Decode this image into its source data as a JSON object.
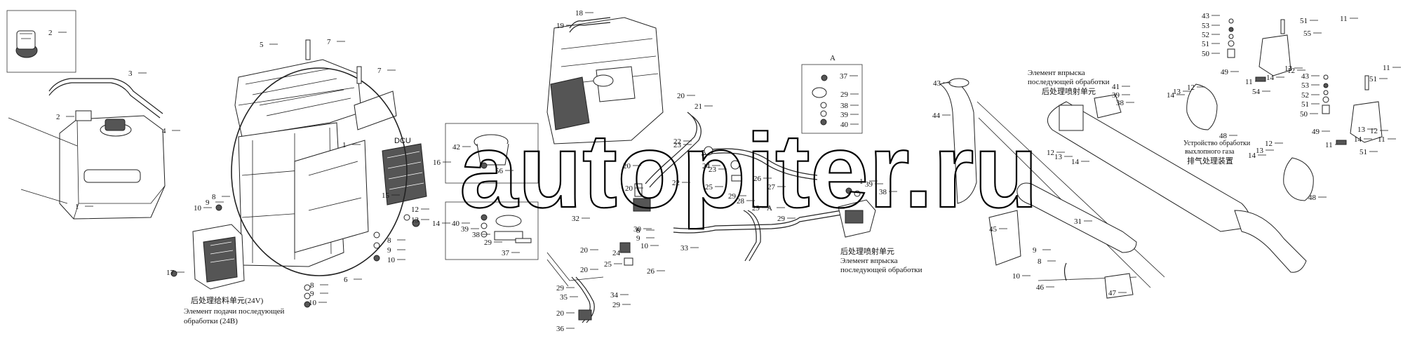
{
  "title": "",
  "watermark": "autopiter.ru",
  "dcu_label": "DCU",
  "view_label": "A",
  "captions": {
    "supply_unit_cn": "后处理给料单元(24V)",
    "supply_unit_ru_1": "Элемент подачи последующей",
    "supply_unit_ru_2": "обработки (24В)",
    "injector_top_ru_1": "Элемент впрыска",
    "injector_top_ru_2": "последующей обработки",
    "injector_top_cn": "后处理喷射单元",
    "injector_bottom_cn": "后处理喷射单元",
    "injector_bottom_ru_1": "Элемент впрыска",
    "injector_bottom_ru_2": "последующей обработки",
    "aftertreat_ru_1": "Устройство обработки",
    "aftertreat_ru_2": "выхлопного газа",
    "aftertreat_cn": "排气处理装置"
  },
  "callouts": [
    {
      "id": "c2a",
      "label": "2"
    },
    {
      "id": "c3",
      "label": "3"
    },
    {
      "id": "c2b",
      "label": "2"
    },
    {
      "id": "c4",
      "label": "4"
    },
    {
      "id": "c1a",
      "label": "1"
    },
    {
      "id": "c5",
      "label": "5"
    },
    {
      "id": "c7a",
      "label": "7"
    },
    {
      "id": "c7b",
      "label": "7"
    },
    {
      "id": "c1b",
      "label": "1"
    },
    {
      "id": "c16",
      "label": "16"
    },
    {
      "id": "c15",
      "label": "15"
    },
    {
      "id": "c10a",
      "label": "10"
    },
    {
      "id": "c9a",
      "label": "9"
    },
    {
      "id": "c8a",
      "label": "8"
    },
    {
      "id": "c12a",
      "label": "12"
    },
    {
      "id": "c13a",
      "label": "13"
    },
    {
      "id": "c14a",
      "label": "14"
    },
    {
      "id": "c8b",
      "label": "8"
    },
    {
      "id": "c9b",
      "label": "9"
    },
    {
      "id": "c10b",
      "label": "10"
    },
    {
      "id": "c6",
      "label": "6"
    },
    {
      "id": "c17",
      "label": "17"
    },
    {
      "id": "c8c",
      "label": "8"
    },
    {
      "id": "c9c",
      "label": "9"
    },
    {
      "id": "c10c",
      "label": "10"
    },
    {
      "id": "c18",
      "label": "18"
    },
    {
      "id": "c19",
      "label": "19"
    },
    {
      "id": "c20a",
      "label": "20"
    },
    {
      "id": "c21",
      "label": "21"
    },
    {
      "id": "c22a",
      "label": "22"
    },
    {
      "id": "c20b",
      "label": "20"
    },
    {
      "id": "c23a",
      "label": "23"
    },
    {
      "id": "c24a",
      "label": "24"
    },
    {
      "id": "c23b",
      "label": "23"
    },
    {
      "id": "c22b",
      "label": "22"
    },
    {
      "id": "c20c",
      "label": "20"
    },
    {
      "id": "c25a",
      "label": "25"
    },
    {
      "id": "c26a",
      "label": "26"
    },
    {
      "id": "c27",
      "label": "27"
    },
    {
      "id": "c28",
      "label": "28"
    },
    {
      "id": "c29a",
      "label": "29"
    },
    {
      "id": "c29b",
      "label": "29"
    },
    {
      "id": "cA2",
      "label": "A"
    },
    {
      "id": "c29c",
      "label": "29"
    },
    {
      "id": "c32",
      "label": "32"
    },
    {
      "id": "c30",
      "label": "30"
    },
    {
      "id": "c8d",
      "label": "8"
    },
    {
      "id": "c9d",
      "label": "9"
    },
    {
      "id": "c10d",
      "label": "10"
    },
    {
      "id": "c33",
      "label": "33"
    },
    {
      "id": "c20d",
      "label": "20"
    },
    {
      "id": "c24b",
      "label": "24"
    },
    {
      "id": "c25b",
      "label": "25"
    },
    {
      "id": "c26b",
      "label": "26"
    },
    {
      "id": "c20e",
      "label": "20"
    },
    {
      "id": "c29d",
      "label": "29"
    },
    {
      "id": "c35",
      "label": "35"
    },
    {
      "id": "c34",
      "label": "34"
    },
    {
      "id": "c29e",
      "label": "29"
    },
    {
      "id": "c20f",
      "label": "20"
    },
    {
      "id": "c36",
      "label": "36"
    },
    {
      "id": "c42",
      "label": "42"
    },
    {
      "id": "c56",
      "label": "56"
    },
    {
      "id": "c40a",
      "label": "40"
    },
    {
      "id": "c39a",
      "label": "39"
    },
    {
      "id": "c38a",
      "label": "38"
    },
    {
      "id": "c29f",
      "label": "29"
    },
    {
      "id": "c37a",
      "label": "37"
    },
    {
      "id": "c37b",
      "label": "37"
    },
    {
      "id": "c29g",
      "label": "29"
    },
    {
      "id": "c38b",
      "label": "38"
    },
    {
      "id": "c39b",
      "label": "39"
    },
    {
      "id": "c40b",
      "label": "40"
    },
    {
      "id": "c1c",
      "label": "1"
    },
    {
      "id": "c39c",
      "label": "39"
    },
    {
      "id": "c38c",
      "label": "38"
    },
    {
      "id": "c43a",
      "label": "43"
    },
    {
      "id": "c44",
      "label": "44"
    },
    {
      "id": "c41",
      "label": "41"
    },
    {
      "id": "c39d",
      "label": "39"
    },
    {
      "id": "c38d",
      "label": "38"
    },
    {
      "id": "c12b",
      "label": "12"
    },
    {
      "id": "c13b",
      "label": "13"
    },
    {
      "id": "c14b",
      "label": "14"
    },
    {
      "id": "c31",
      "label": "31"
    },
    {
      "id": "c45",
      "label": "45"
    },
    {
      "id": "c9e",
      "label": "9"
    },
    {
      "id": "c8e",
      "label": "8"
    },
    {
      "id": "c10e",
      "label": "10"
    },
    {
      "id": "c46",
      "label": "46"
    },
    {
      "id": "c47",
      "label": "47"
    },
    {
      "id": "c43b",
      "label": "43"
    },
    {
      "id": "c53a",
      "label": "53"
    },
    {
      "id": "c52a",
      "label": "52"
    },
    {
      "id": "c51a",
      "label": "51"
    },
    {
      "id": "c50a",
      "label": "50"
    },
    {
      "id": "c51b",
      "label": "51"
    },
    {
      "id": "c11a",
      "label": "11"
    },
    {
      "id": "c55",
      "label": "55"
    },
    {
      "id": "c49a",
      "label": "49"
    },
    {
      "id": "c13c",
      "label": "13"
    },
    {
      "id": "c12c",
      "label": "12"
    },
    {
      "id": "c14c",
      "label": "14"
    },
    {
      "id": "c11b",
      "label": "11"
    },
    {
      "id": "c54a",
      "label": "54"
    },
    {
      "id": "c14d",
      "label": "14"
    },
    {
      "id": "c13d",
      "label": "13"
    },
    {
      "id": "c12d",
      "label": "12"
    },
    {
      "id": "c43c",
      "label": "43"
    },
    {
      "id": "c53b",
      "label": "53"
    },
    {
      "id": "c52b",
      "label": "52"
    },
    {
      "id": "c51c",
      "label": "51"
    },
    {
      "id": "c50b",
      "label": "50"
    },
    {
      "id": "c11c",
      "label": "11"
    },
    {
      "id": "c51d",
      "label": "51"
    },
    {
      "id": "c49b",
      "label": "49"
    },
    {
      "id": "c11d",
      "label": "11"
    },
    {
      "id": "c14e",
      "label": "14"
    },
    {
      "id": "c13e",
      "label": "13"
    },
    {
      "id": "c12e",
      "label": "12"
    },
    {
      "id": "c14f",
      "label": "14"
    },
    {
      "id": "c13f",
      "label": "13"
    },
    {
      "id": "c12f",
      "label": "12"
    },
    {
      "id": "c11e",
      "label": "11"
    },
    {
      "id": "c51e",
      "label": "51"
    },
    {
      "id": "c48a",
      "label": "48"
    },
    {
      "id": "c48b",
      "label": "48"
    }
  ]
}
